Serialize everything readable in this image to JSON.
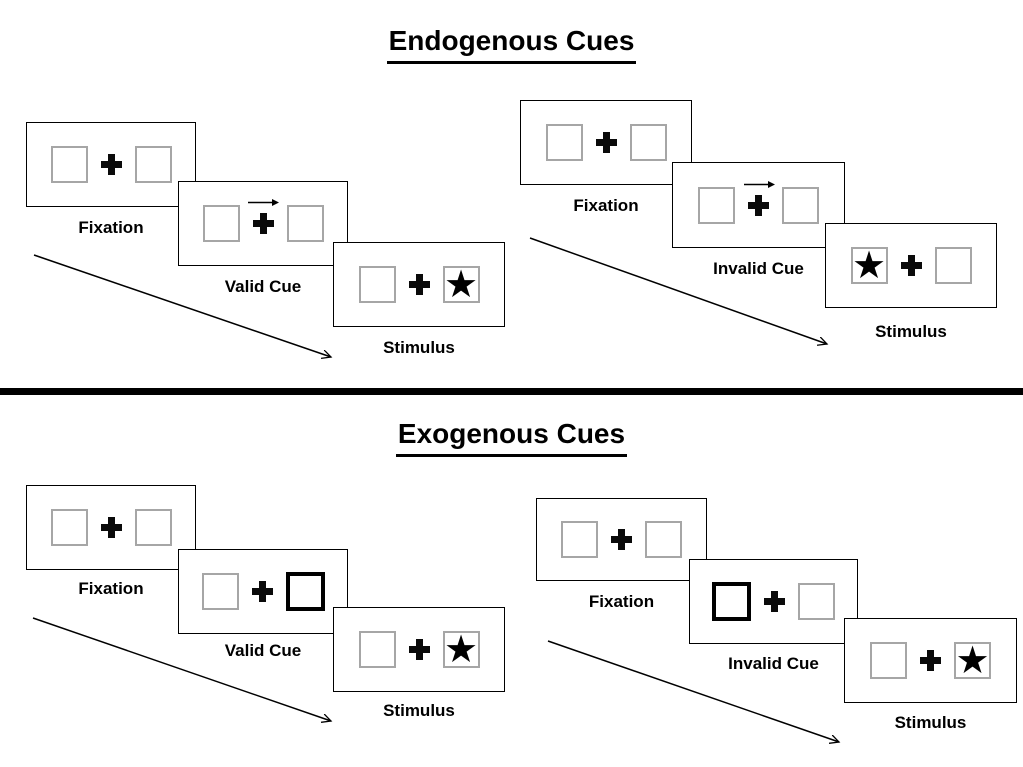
{
  "colors": {
    "background": "#ffffff",
    "ink": "#000000",
    "panel_border": "#000000",
    "placeholder_box_border": "#a6a6a6"
  },
  "glyphs": {
    "star": "★"
  },
  "icons": {
    "fixation_cross": "plus-cross",
    "endogenous_cue": "right-arrow",
    "exogenous_cue": "thick-border-box",
    "target": "black-star",
    "timeline": "diagonal-arrow"
  },
  "sections": [
    {
      "title": "Endogenous Cues",
      "sequences": [
        {
          "name": "valid",
          "panels": [
            {
              "label": "Fixation",
              "content": "two empty boxes with central cross"
            },
            {
              "label": "Valid Cue",
              "content": "right-pointing arrow above cross",
              "cue": "arrow-right"
            },
            {
              "label": "Stimulus",
              "content": "star in right box",
              "target": "star-right"
            }
          ]
        },
        {
          "name": "invalid",
          "panels": [
            {
              "label": "Fixation",
              "content": "two empty boxes with central cross"
            },
            {
              "label": "Invalid Cue",
              "content": "right-pointing arrow above cross",
              "cue": "arrow-right"
            },
            {
              "label": "Stimulus",
              "content": "star in left box",
              "target": "star-left"
            }
          ]
        }
      ]
    },
    {
      "title": "Exogenous Cues",
      "sequences": [
        {
          "name": "valid",
          "panels": [
            {
              "label": "Fixation",
              "content": "two empty boxes with central cross"
            },
            {
              "label": "Valid Cue",
              "content": "right box brightened (thick border)",
              "cue": "bold-box-right"
            },
            {
              "label": "Stimulus",
              "content": "star in right box",
              "target": "star-right"
            }
          ]
        },
        {
          "name": "invalid",
          "panels": [
            {
              "label": "Fixation",
              "content": "two empty boxes with central cross"
            },
            {
              "label": "Invalid Cue",
              "content": "left box brightened (thick border)",
              "cue": "bold-box-left"
            },
            {
              "label": "Stimulus",
              "content": "star in right box",
              "target": "star-right"
            }
          ]
        }
      ]
    }
  ]
}
